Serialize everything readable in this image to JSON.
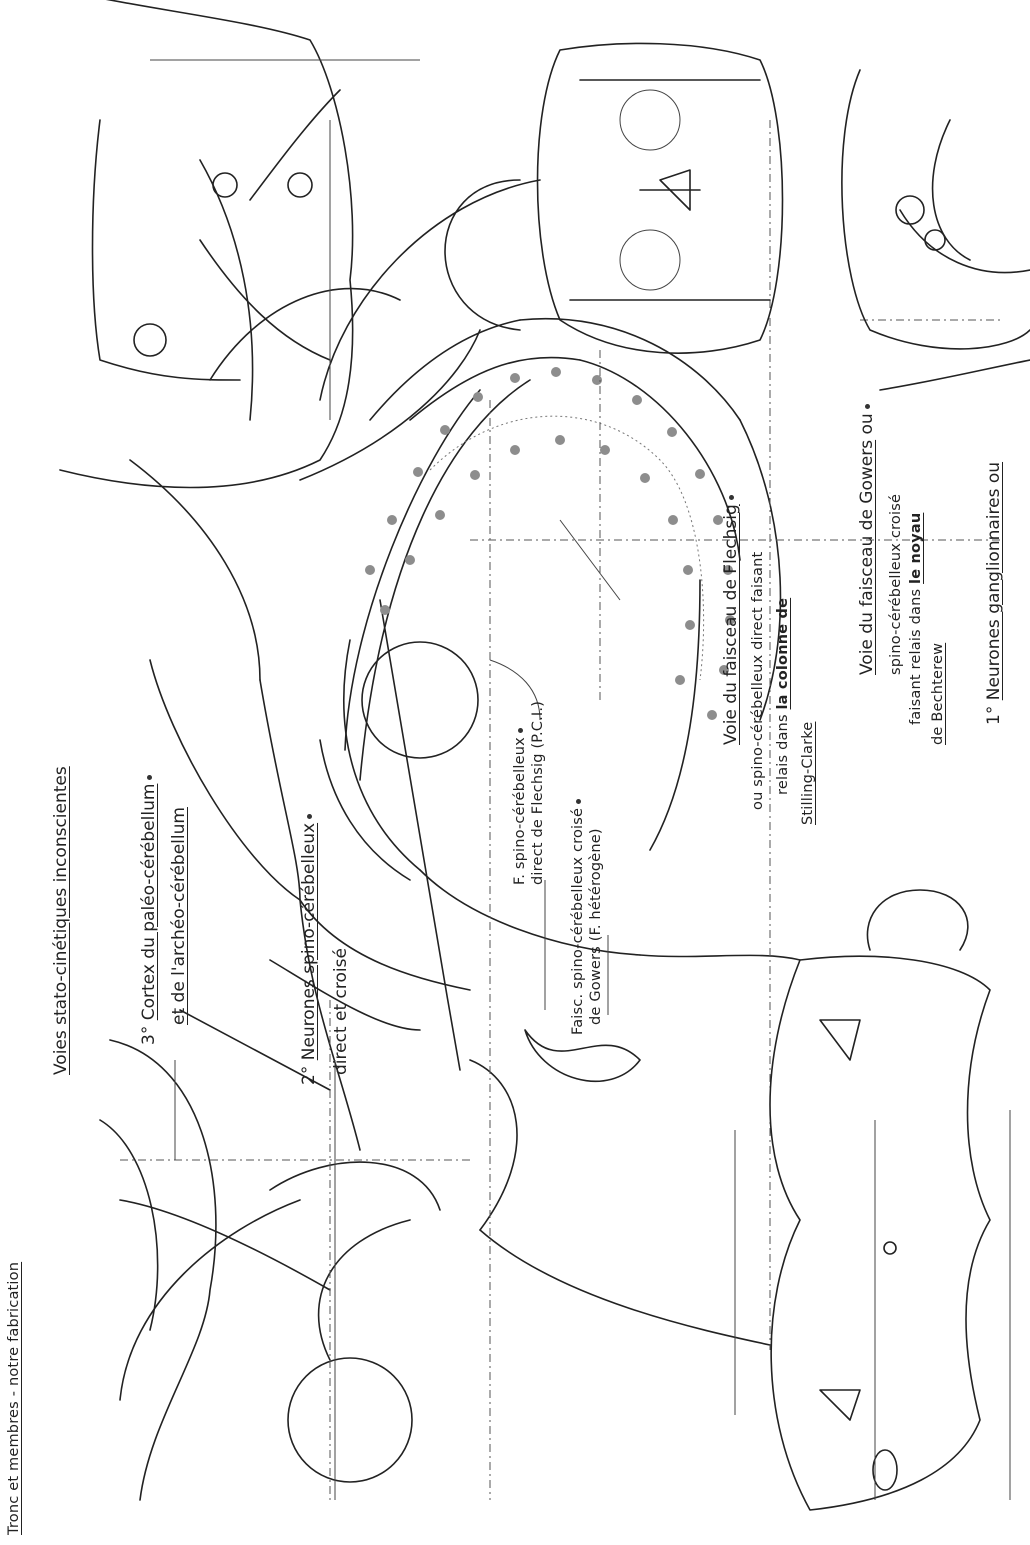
{
  "header_fragment": "Tronc et membres - notre fabrication",
  "title": "Voies stato-cinétiques inconscientes",
  "labels": {
    "cortex_line1_prefix": "3° ",
    "cortex_line1_u": "Cortex du paléo-cérébellum",
    "cortex_line2": "et de l'archéo-cérébellum",
    "neurones2_prefix": "2° ",
    "neurones2_u": "Neurones spino-cérébelleux",
    "neurones2_line2": "direct et croisé",
    "fspino_line1": "F. spino-cérébelleux",
    "fspino_line2": "direct de Flechsig (P.C.I.)",
    "faisc_line1": "Faisc. spino-cérébelleux croisé",
    "faisc_line2": "de Gowers (F. hétérogène)",
    "flechsig_title": "Voie du faisceau de Flechsig",
    "flechsig_line1": "ou spino-cérébelleux direct faisant",
    "flechsig_line2_a": "relais dans ",
    "flechsig_line2_u": "la colonne de",
    "flechsig_line3": "Stilling-Clarke",
    "gowers_title": "Voie du faisceau de Gowers",
    "gowers_title_suffix": " ou",
    "gowers_line1": "spino-cérébelleux croisé",
    "gowers_line2_a": "faisant relais dans ",
    "gowers_line2_u": "le noyau",
    "gowers_line3": "de Bechterew",
    "neurones1_prefix": "1° ",
    "neurones1_u": "Neurones ganglionnaires ou"
  },
  "colors": {
    "ink": "#222222",
    "dots": "#8d8d8d",
    "paper": "#ffffff"
  }
}
